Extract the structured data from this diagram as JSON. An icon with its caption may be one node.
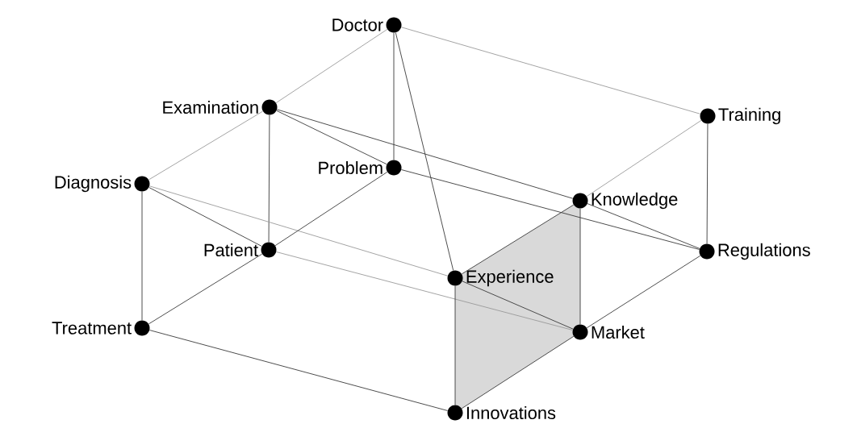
{
  "diagram": {
    "nodes": [
      {
        "text": [
          "Doctor"
        ]
      },
      {
        "text": [
          "Examination"
        ]
      },
      {
        "text": [
          "Training"
        ]
      },
      {
        "text": [
          "Diagnosis"
        ]
      },
      {
        "text": [
          "Problem"
        ]
      },
      {
        "text": [
          "Knowledge"
        ]
      },
      {
        "text": [
          "Patient"
        ]
      },
      {
        "text": [
          "Regulations"
        ]
      },
      {
        "text": [
          "Experience"
        ]
      },
      {
        "text": [
          "Treatment"
        ]
      },
      {
        "text": [
          "Market"
        ]
      },
      {
        "text": [
          "Innovations"
        ]
      }
    ],
    "edges": [
      {
        "from": 0,
        "to": 1,
        "arrow": "none",
        "color": "#9a9a9a"
      },
      {
        "from": 0,
        "to": 2,
        "arrow": "none",
        "color": "#9a9a9a"
      },
      {
        "from": 0,
        "to": 4,
        "arrow": "none"
      },
      {
        "from": 0,
        "to": 8,
        "arrow": "none"
      },
      {
        "from": 1,
        "to": 3,
        "arrow": "none",
        "color": "#9a9a9a"
      },
      {
        "from": 1,
        "to": 6,
        "arrow": "none"
      },
      {
        "from": 1,
        "to": 4,
        "arrow": "none"
      },
      {
        "from": 1,
        "to": 5,
        "arrow": "none"
      },
      {
        "from": 2,
        "to": 5,
        "arrow": "none",
        "color": "#9a9a9a"
      },
      {
        "from": 2,
        "to": 7,
        "arrow": "none"
      },
      {
        "from": 3,
        "to": 6,
        "arrow": "none"
      },
      {
        "from": 3,
        "to": 9,
        "arrow": "none"
      },
      {
        "from": 3,
        "to": 8,
        "arrow": "none",
        "color": "#9a9a9a"
      },
      {
        "from": 4,
        "to": 6,
        "arrow": "none"
      },
      {
        "from": 4,
        "to": 7,
        "arrow": "none"
      },
      {
        "from": 5,
        "to": 7,
        "arrow": "none"
      },
      {
        "from": 5,
        "to": 8,
        "arrow": "none"
      },
      {
        "from": 5,
        "to": 10,
        "arrow": "none"
      },
      {
        "from": 6,
        "to": 9,
        "arrow": "none"
      },
      {
        "from": 6,
        "to": 10,
        "arrow": "none",
        "color": "#9a9a9a"
      },
      {
        "from": 7,
        "to": 10,
        "arrow": "none"
      },
      {
        "from": 8,
        "to": 10,
        "arrow": "none"
      },
      {
        "from": 8,
        "to": 11,
        "arrow": "none"
      },
      {
        "from": 9,
        "to": 11,
        "arrow": "none"
      },
      {
        "from": 10,
        "to": 11,
        "arrow": "none"
      }
    ]
  }
}
